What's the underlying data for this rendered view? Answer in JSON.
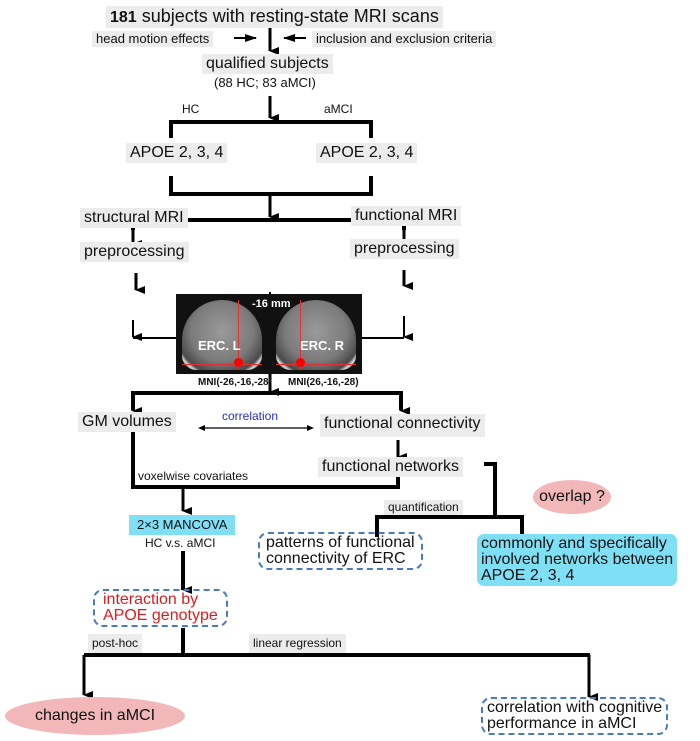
{
  "top": {
    "count": "181",
    "subjects_text": "subjects with resting-state MRI scans",
    "head_motion": "head motion effects",
    "criteria": "inclusion and exclusion criteria",
    "qualified": "qualified subjects",
    "qualified_counts": "(88 HC; 83 aMCI)"
  },
  "groups": {
    "hc_label": "HC",
    "amci_label": "aMCI",
    "hc_apoe": "APOE 2, 3, 4",
    "amci_apoe": "APOE 2, 3, 4"
  },
  "mri": {
    "structural": "structural MRI",
    "functional": "functional MRI",
    "preproc_left": "preprocessing",
    "preproc_right": "preprocessing"
  },
  "brain": {
    "slice_label": "-16 mm",
    "left_roi": "ERC. L",
    "right_roi": "ERC. R",
    "left_mni": "MNI(-26,-16,-28)",
    "right_mni": "MNI(26,-16,-28)"
  },
  "analysis": {
    "gm_volumes": "GM volumes",
    "correlation": "correlation",
    "functional_connectivity": "functional connectivity",
    "functional_networks": "functional networks",
    "voxelwise": "voxelwise covariates",
    "mancova": "2×3 MANCOVA",
    "hc_vs_amci": "HC v.s. aMCI",
    "quantification": "quantification",
    "overlap": "overlap ?",
    "patterns_line1": "patterns of functional",
    "patterns_line2": "connectivity of ERC",
    "networks_line1": "commonly and specifically",
    "networks_line2": "involved networks between",
    "networks_line3": "APOE 2, 3, 4",
    "interaction_line1": "interaction by",
    "interaction_line2": "APOE genotype",
    "post_hoc": "post-hoc",
    "linear_regression": "linear regression",
    "changes": "changes in aMCI",
    "cog_line1": "correlation with cognitive",
    "cog_line2": "performance in aMCI"
  },
  "colors": {
    "highlight_cyan": "#7fdff5",
    "highlight_pink": "#f2b7b9",
    "dashed_border": "#4a7abf",
    "emphasis_red": "#e31a1c",
    "correlation_blue": "#2a2ad8",
    "label_gray": "#ececec"
  }
}
